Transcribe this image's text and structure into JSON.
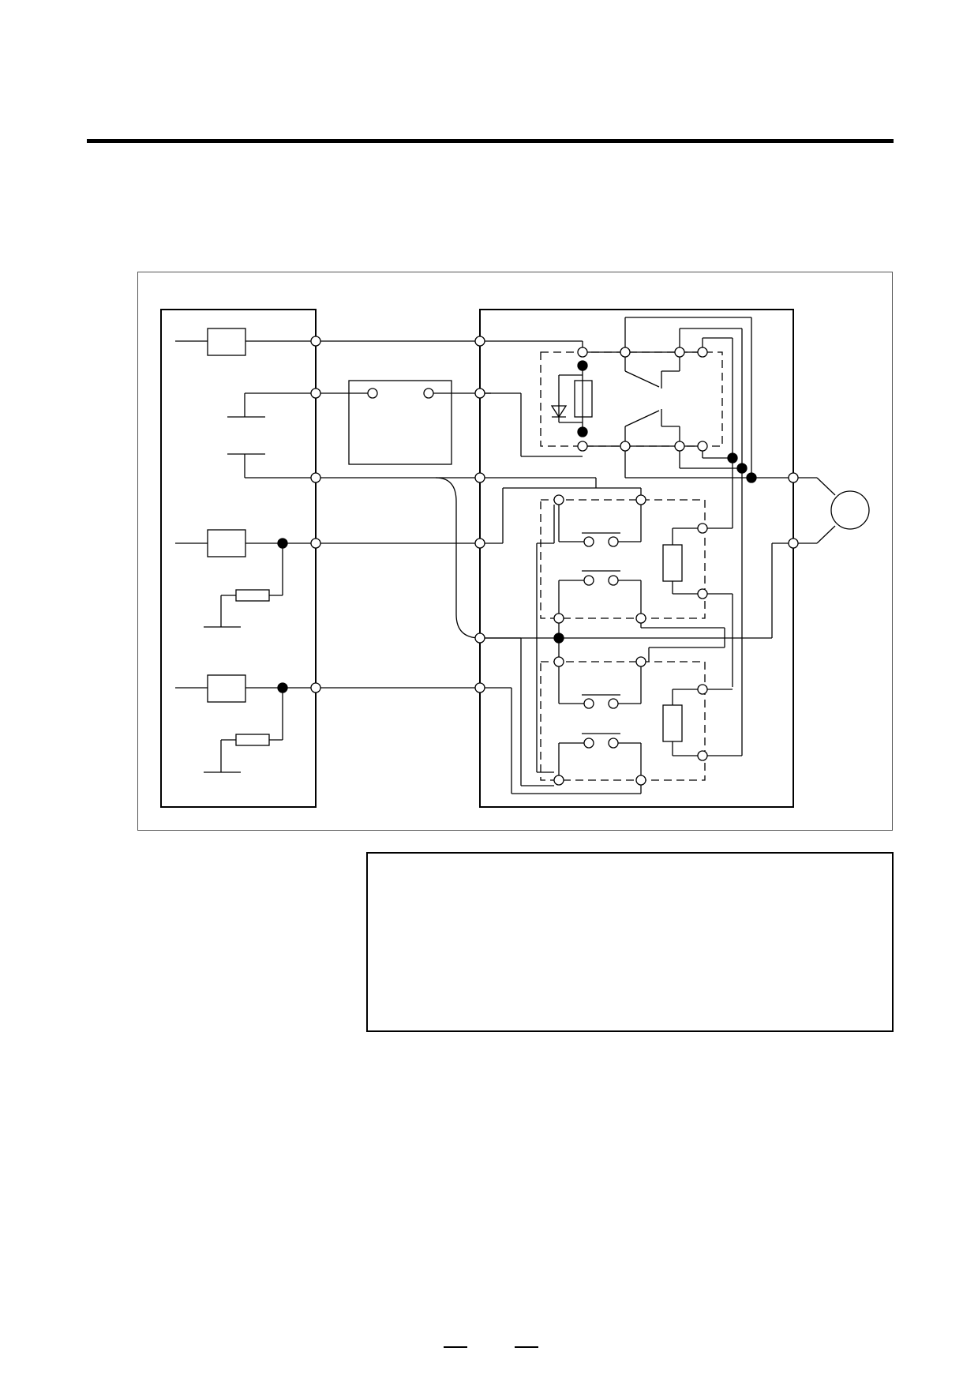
{
  "page": {
    "header_text": "",
    "note_text": "",
    "page_number": ""
  },
  "diagram": {
    "stroke_color": "#000000",
    "background_color": "#ffffff",
    "symbols": [
      "fuse-symbol",
      "battery-symbol",
      "relay-module",
      "resistor-symbol",
      "diode-symbol",
      "motor-symbol",
      "switch-contact-symbol",
      "ground-symbol"
    ]
  }
}
